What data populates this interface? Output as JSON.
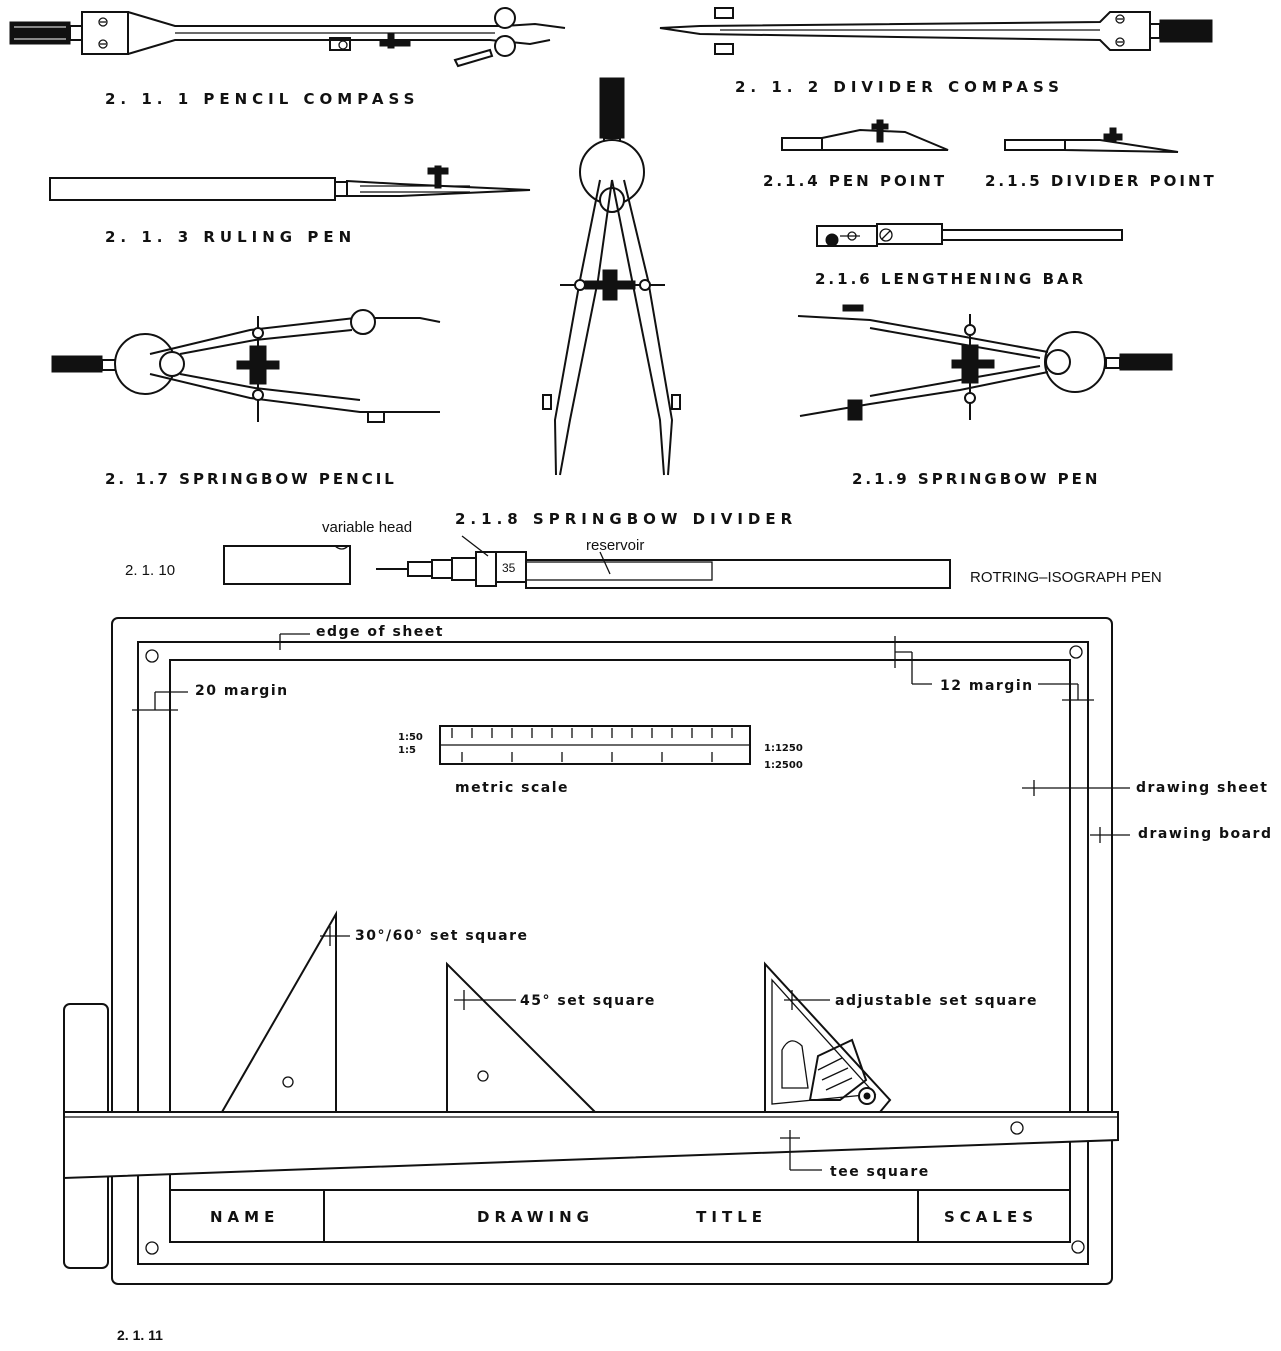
{
  "instruments": {
    "pencil_compass": "2. 1. 1   PENCIL   COMPASS",
    "divider_compass": "2. 1. 2   DIVIDER   COMPASS",
    "ruling_pen": "2. 1. 3   RULING   PEN",
    "pen_point": "2.1.4 PEN POINT",
    "divider_point": "2.1.5 DIVIDER POINT",
    "lengthening_bar": "2.1.6 LENGTHENING BAR",
    "springbow_pencil": "2. 1.7 SPRINGBOW  PENCIL",
    "springbow_divider": "2.1.8 SPRINGBOW  DIVIDER",
    "springbow_pen": "2.1.9 SPRINGBOW  PEN",
    "isograph_number": "2. 1. 10",
    "isograph_title": "ROTRING–ISOGRAPH PEN",
    "variable_head": "variable head",
    "reservoir": "reservoir",
    "pen_size": "35"
  },
  "board": {
    "figure_number": "2. 1. 11",
    "edge_of_sheet": "edge of sheet",
    "margin_20": "20 margin",
    "margin_12": "12 margin",
    "metric_scale": "metric scale",
    "scale_1_50": "1:50",
    "scale_1_5": "1:5",
    "scale_1_1250": "1:1250",
    "scale_1_2500": "1:2500",
    "drawing_sheet": "drawing sheet",
    "drawing_board": "drawing board",
    "set_square_30_60": "30°/60° set square",
    "set_square_45": "45° set square",
    "adjustable_set_square": "adjustable set square",
    "tee_square": "tee square",
    "title_block": {
      "name": "NAME",
      "drawing_title": "DRAWING          TITLE",
      "scales": "SCALES"
    }
  }
}
